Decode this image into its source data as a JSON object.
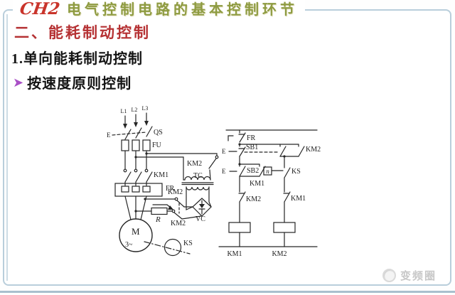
{
  "header": {
    "course_code": "CH2",
    "course_title": "电气控制电路的基本控制环节"
  },
  "content": {
    "section_title": "二、能耗制动控制",
    "subsection_title": "1.单向能耗制动控制",
    "bullet_marker": "➤",
    "bullet_text": "按速度原则控制"
  },
  "watermark": {
    "text": "变频圈"
  },
  "colors": {
    "course_red": "#c9342b",
    "title_olive": "#8e9b41",
    "section_red": "#b53133",
    "bullet_purple": "#a94fc6",
    "frame_blue": "#b9cedb",
    "circuit_ink": "#262626",
    "watermark_gray": "#c7c7c7"
  },
  "circuit": {
    "power": {
      "l1": "L1",
      "l2": "L2",
      "l3": "L3",
      "qs": "QS",
      "fu": "FU",
      "km1": "KM1",
      "fr": "FR",
      "km2_tc": "KM2",
      "tc": "TC",
      "km2_upper": "KM2",
      "km2_lower": "KM2",
      "r": "R",
      "vc": "VC",
      "motor": "M",
      "motor_phase": "3~",
      "ks": "KS",
      "qs_handle": "E"
    },
    "control": {
      "fr": "FR",
      "sb1": "SB1",
      "sb1_handle": "E",
      "km2_parallel": "KM2",
      "sb2": "SB2",
      "sb2_handle": "E",
      "km1_seal": "KM1",
      "n": "n",
      "ks": "KS",
      "km2_interlock": "KM2",
      "km1_interlock": "KM1",
      "km1_coil": "KM1",
      "km2_coil": "KM2"
    }
  }
}
